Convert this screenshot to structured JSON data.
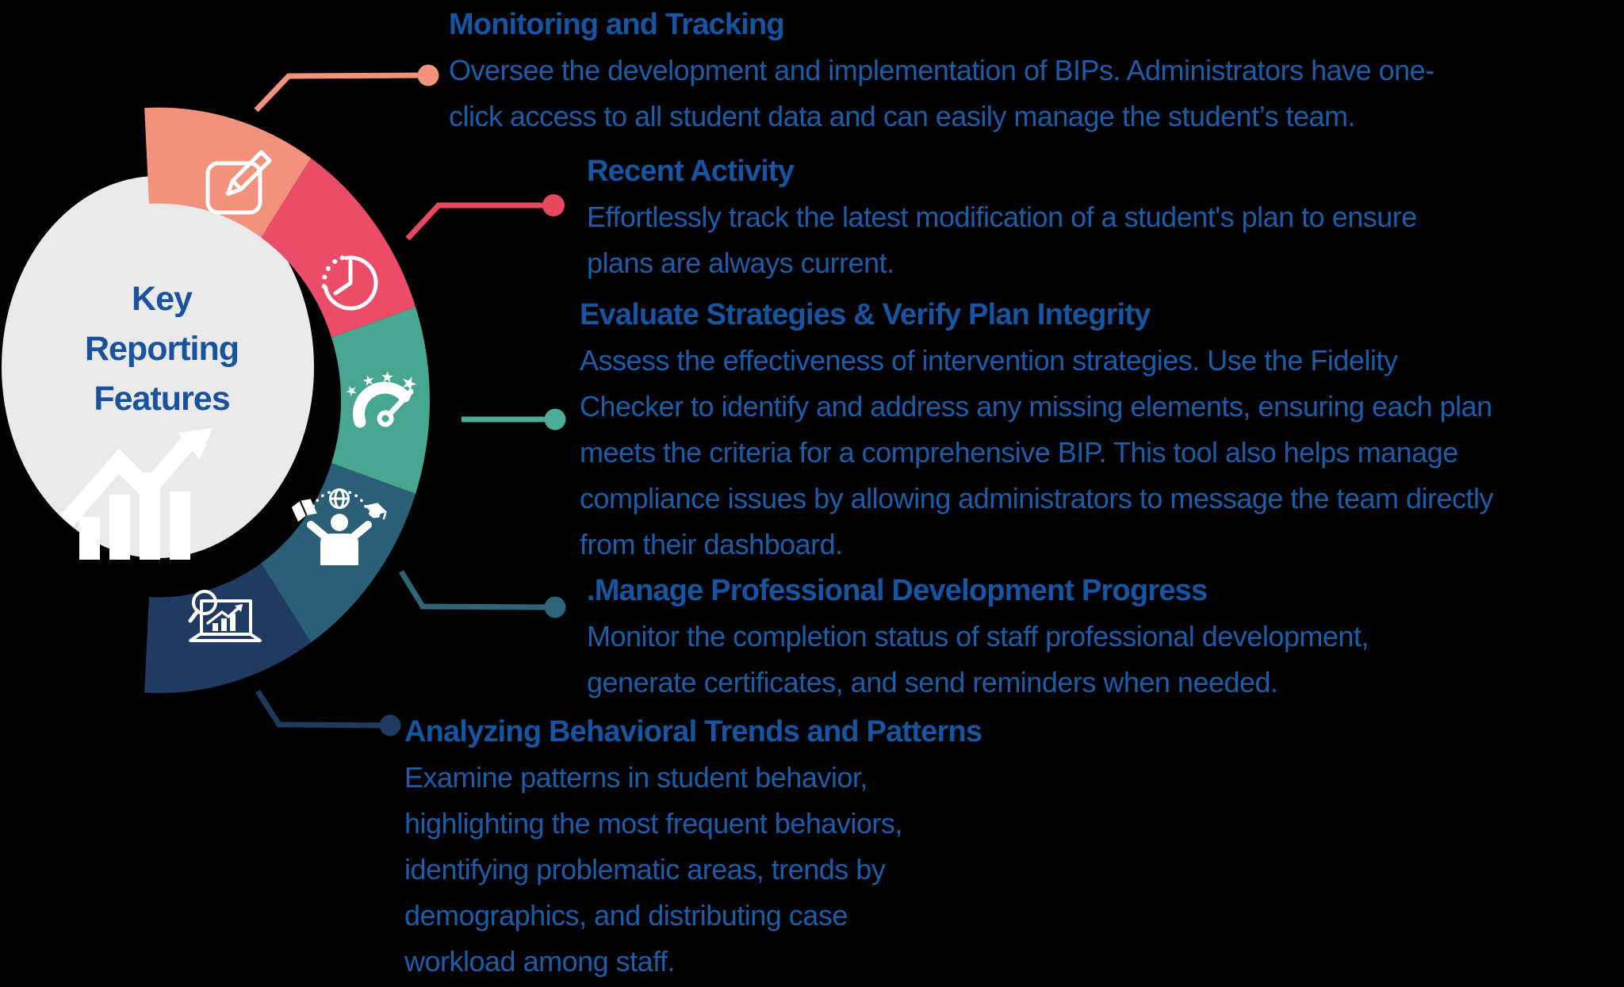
{
  "colors": {
    "background": "#000000",
    "center_circle": "#E9EAE9",
    "center_text": "#1A529E",
    "title_text": "#1456A3",
    "body_text": "#1A5EAB",
    "icon_white": "#FFFFFF"
  },
  "center": {
    "title_lines": [
      "Key",
      "Reporting",
      "Features"
    ],
    "icon": "growth-chart-icon"
  },
  "ring": {
    "segments": [
      {
        "name": "monitoring",
        "color": "#F2917C",
        "icon": "edit-pencil-icon"
      },
      {
        "name": "recent-activity",
        "color": "#EB4C68",
        "icon": "clock-icon"
      },
      {
        "name": "evaluate-strategies",
        "color": "#47A690",
        "icon": "gauge-stars-icon"
      },
      {
        "name": "professional-development",
        "color": "#2B5F78",
        "icon": "person-learning-icon"
      },
      {
        "name": "behavioral-trends",
        "color": "#203A61",
        "icon": "analytics-laptop-icon"
      }
    ]
  },
  "glyphs": {
    "star": "★"
  },
  "features": [
    {
      "title": "Monitoring and Tracking",
      "connector_color": "#F2917C",
      "lines": [
        "Oversee the development and implementation of BIPs. Administrators have one-",
        "click access to all student data and can easily manage the student’s team."
      ]
    },
    {
      "title": "Recent Activity",
      "connector_color": "#E8495F",
      "lines": [
        "Effortlessly track the latest modification of a student's plan to ensure",
        "plans are always current."
      ]
    },
    {
      "title": "Evaluate Strategies & Verify Plan Integrity",
      "connector_color": "#4BAD97",
      "lines": [
        "Assess the effectiveness of intervention strategies. Use the Fidelity",
        "Checker to identify and address any missing elements, ensuring each plan",
        "meets the criteria for a comprehensive BIP. This tool also helps manage",
        "compliance issues by allowing administrators to message the team directly",
        "from their dashboard."
      ]
    },
    {
      "title": ".Manage Professional Development Progress",
      "connector_color": "#2E6478",
      "lines": [
        "Monitor the completion status of staff professional development,",
        "generate certificates, and send reminders when needed."
      ]
    },
    {
      "title": "Analyzing Behavioral Trends and Patterns",
      "connector_color": "#1F3A5E",
      "lines": [
        "Examine patterns in student behavior,",
        "highlighting the most frequent behaviors,",
        "identifying problematic areas, trends by",
        "demographics, and distributing case",
        "workload among staff."
      ]
    }
  ]
}
